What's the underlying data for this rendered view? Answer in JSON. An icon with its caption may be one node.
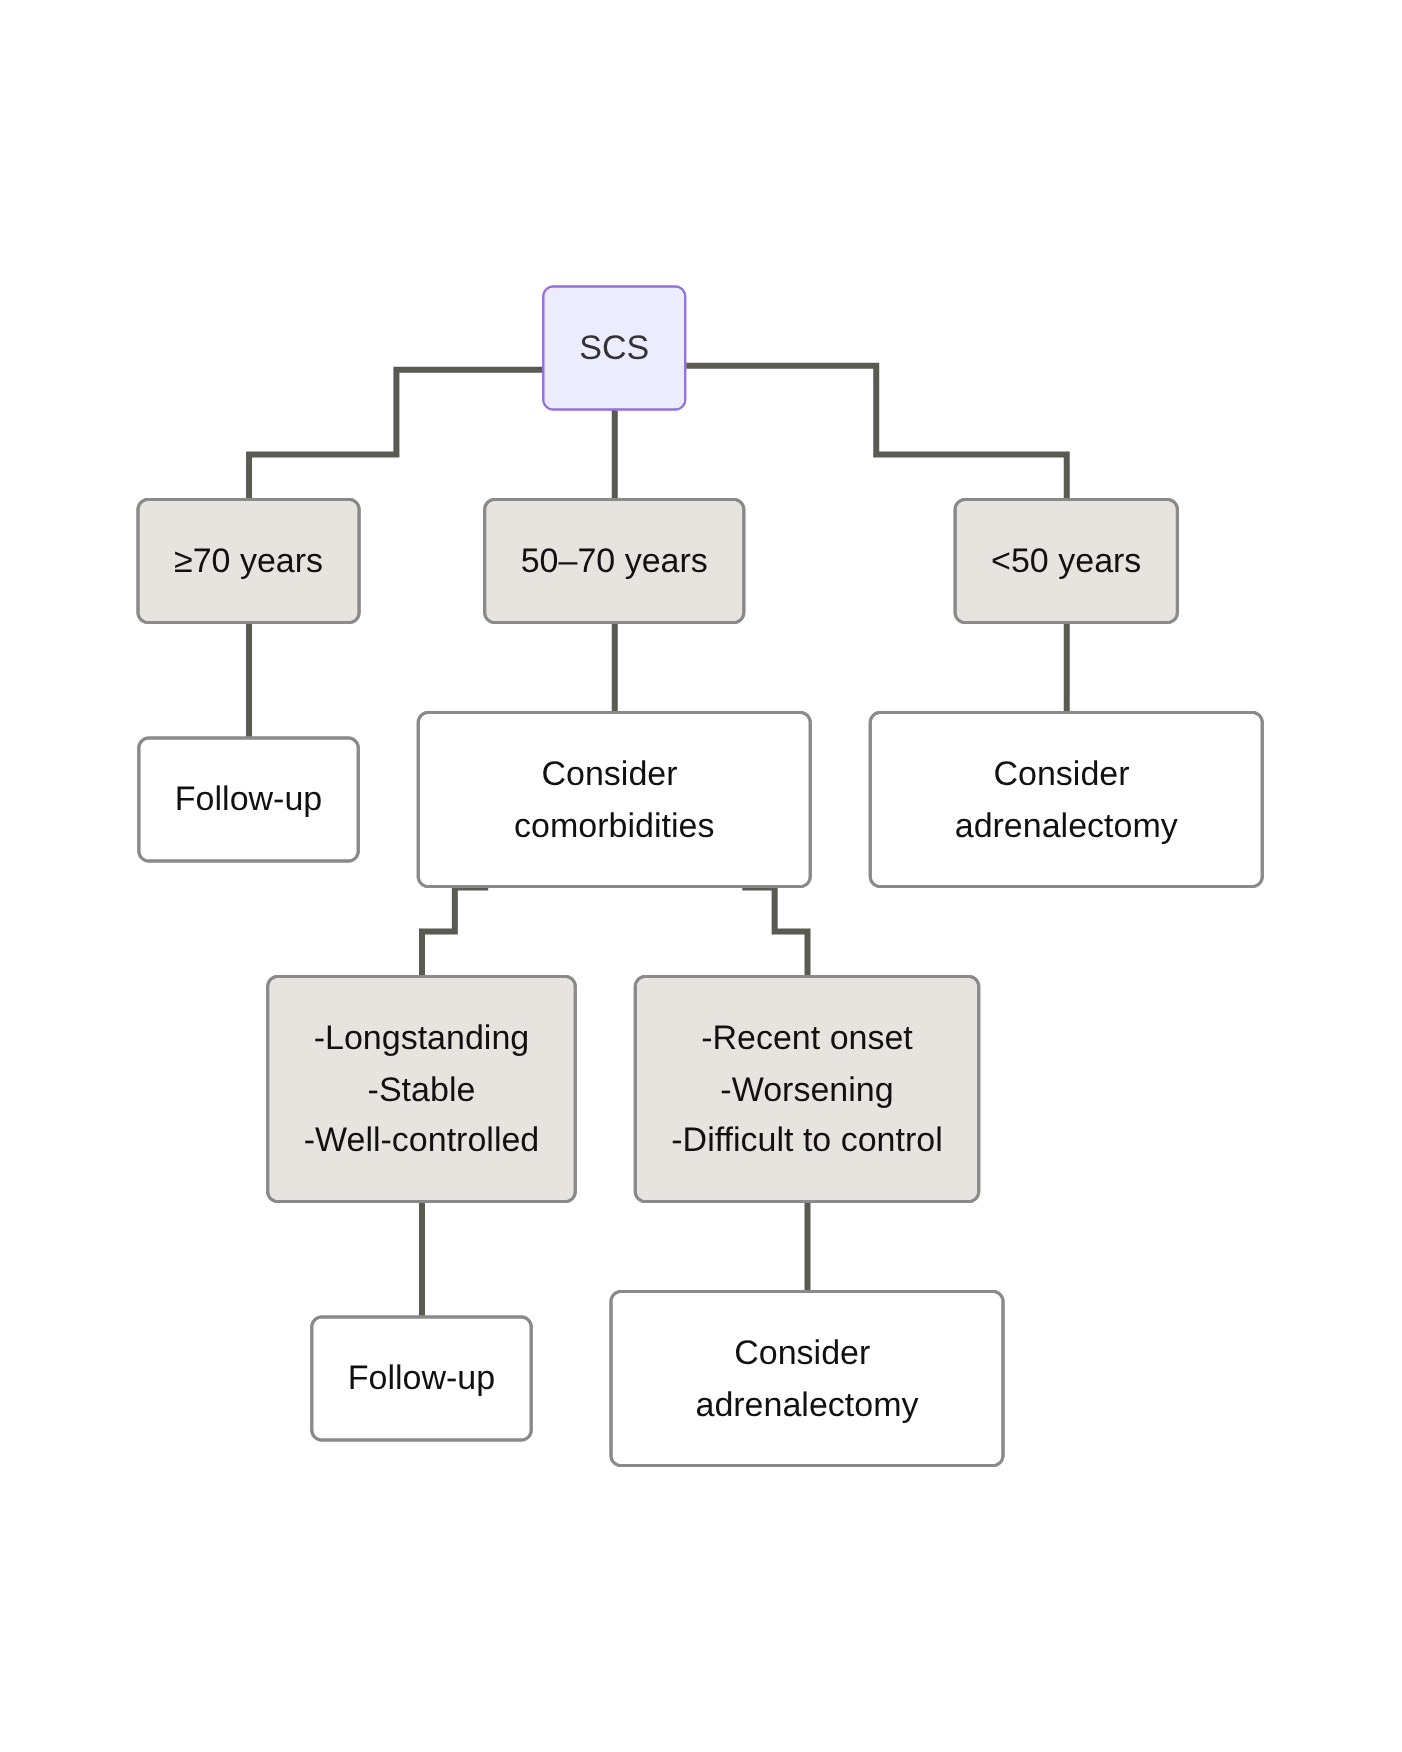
{
  "diagram": {
    "nodes": [
      {
        "text": [
          "SCS"
        ]
      },
      {
        "text": [
          "≥70 years"
        ]
      },
      {
        "text": [
          "50–70 years"
        ]
      },
      {
        "text": [
          "<50 years"
        ]
      },
      {
        "text": [
          "Follow-up"
        ]
      },
      {
        "text": [
          "Consider comorbidities"
        ]
      },
      {
        "text": [
          "Consider adrenalectomy"
        ]
      },
      {
        "text": [
          "-Longstanding",
          "-Stable",
          "-Well-controlled"
        ]
      },
      {
        "text": [
          "-Recent onset",
          "-Worsening",
          "-Difficult to control"
        ]
      },
      {
        "text": [
          "Follow-up"
        ]
      },
      {
        "text": [
          "Consider adrenalectomy"
        ]
      }
    ],
    "edges": [
      {
        "from": 0,
        "to": 1,
        "arrow": "none"
      },
      {
        "from": 0,
        "to": 2,
        "arrow": "none"
      },
      {
        "from": 0,
        "to": 3,
        "arrow": "none"
      },
      {
        "from": 1,
        "to": 4,
        "arrow": "none"
      },
      {
        "from": 2,
        "to": 5,
        "arrow": "none"
      },
      {
        "from": 3,
        "to": 6,
        "arrow": "none"
      },
      {
        "from": 5,
        "to": 7,
        "arrow": "none"
      },
      {
        "from": 5,
        "to": 8,
        "arrow": "none"
      },
      {
        "from": 7,
        "to": 9,
        "arrow": "none"
      },
      {
        "from": 8,
        "to": 10,
        "arrow": "none"
      }
    ]
  }
}
